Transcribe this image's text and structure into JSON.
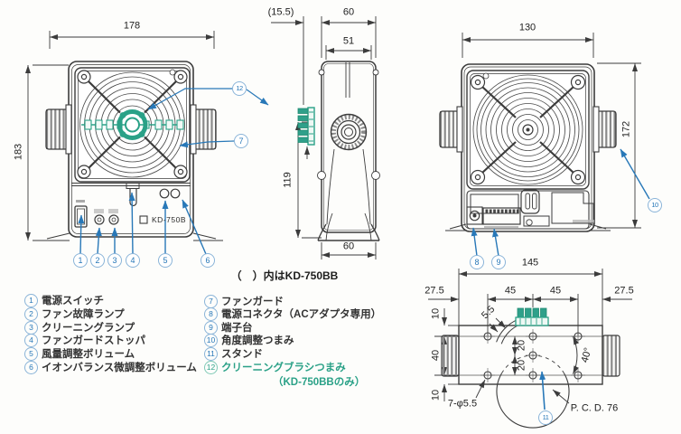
{
  "note": "（　）内はKD-750BB",
  "front": {
    "dim_width": "178",
    "dim_height": "183",
    "model_label": "KD-750B"
  },
  "side": {
    "dim_offset": "(15.5)",
    "dim_width": "60",
    "dim_inner_width": "51",
    "dim_height": "119",
    "dim_base": "60"
  },
  "rear": {
    "dim_width": "130",
    "dim_height": "172"
  },
  "bottom": {
    "dim_total": "145",
    "dim_left": "27.5",
    "dim_mid_left": "45",
    "dim_mid_right": "45",
    "dim_right": "27.5",
    "dim_top": "10",
    "dim_band": "40",
    "dim_bottom": "10",
    "dim_hole_pitch_upper": "20",
    "dim_hole_pitch_lower": "20",
    "dim_slot_width": "5.5",
    "dim_angle": "40°",
    "label_holes": "7-φ5.5",
    "label_pcd": "P. C. D. 76"
  },
  "markers": {
    "m1": "1",
    "m2": "2",
    "m3": "3",
    "m4": "4",
    "m5": "5",
    "m6": "6",
    "m7": "7",
    "m8": "8",
    "m9": "9",
    "m10": "10",
    "m11": "11",
    "m12": "12"
  },
  "legend_left": [
    {
      "num": "1",
      "text": "電源スイッチ"
    },
    {
      "num": "2",
      "text": "ファン故障ランプ"
    },
    {
      "num": "3",
      "text": "クリーニングランプ"
    },
    {
      "num": "4",
      "text": "ファンガードストッパ"
    },
    {
      "num": "5",
      "text": "風量調整ボリューム"
    },
    {
      "num": "6",
      "text": "イオンバランス微調整ボリューム"
    }
  ],
  "legend_right": [
    {
      "num": "7",
      "text": "ファンガード"
    },
    {
      "num": "8",
      "text": "電源コネクタ（ACアダプタ専用）"
    },
    {
      "num": "9",
      "text": "端子台"
    },
    {
      "num": "10",
      "text": "角度調整つまみ"
    },
    {
      "num": "11",
      "text": "スタンド"
    },
    {
      "num": "12",
      "text": "クリーニングブラシつまみ"
    }
  ],
  "legend_note_line2": "（KD-750BBのみ）",
  "colors": {
    "accent_blue": "#2878b8",
    "accent_green": "#2aa187",
    "line": "#3c3c3c"
  }
}
